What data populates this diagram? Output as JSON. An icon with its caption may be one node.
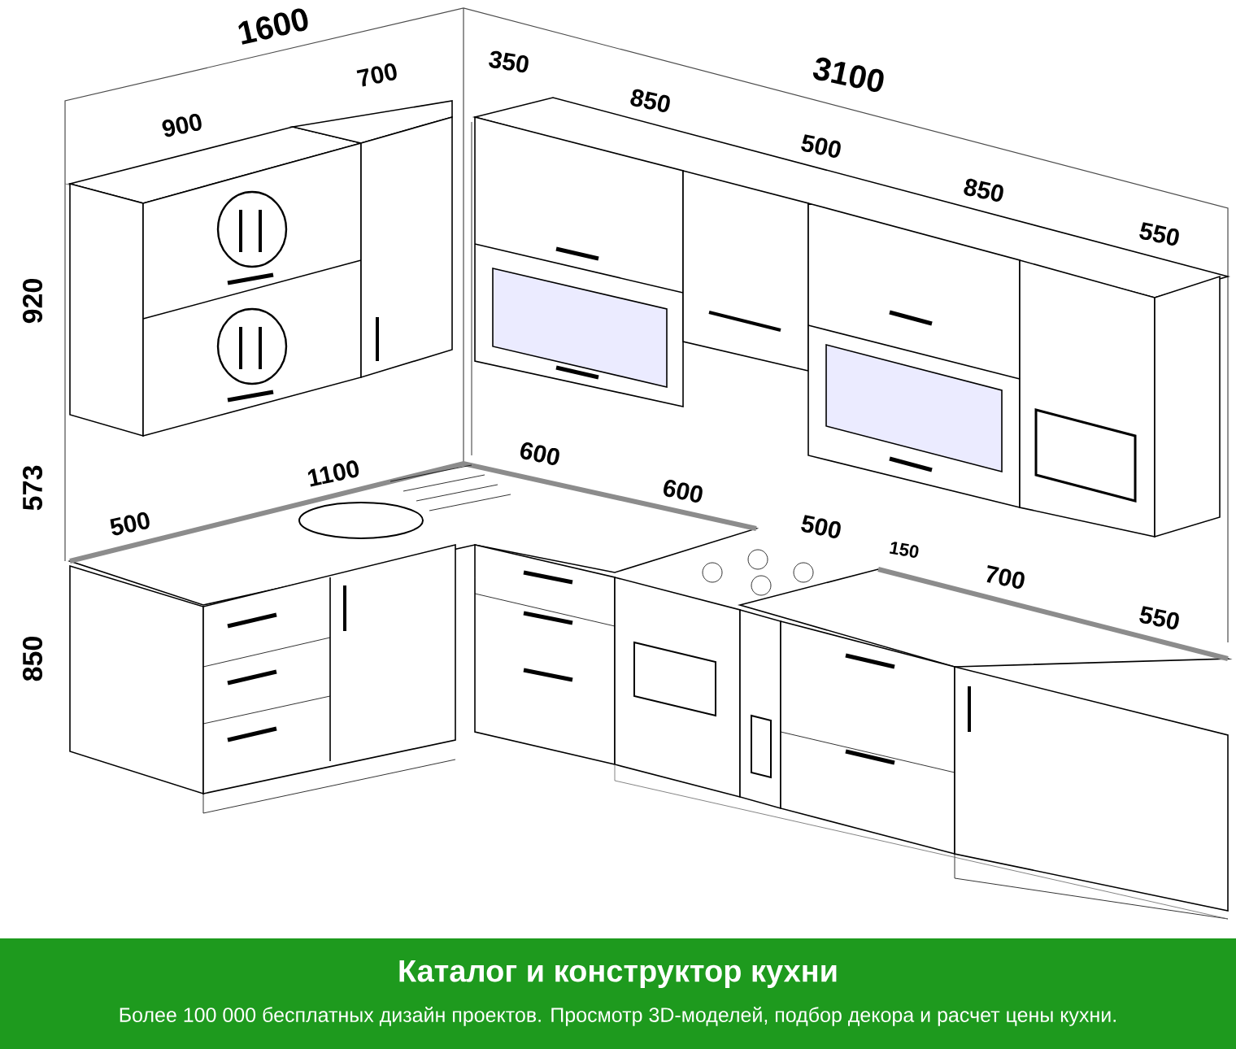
{
  "diagram": {
    "labels": [
      "1600",
      "700",
      "350",
      "3100",
      "900",
      "850",
      "500",
      "850",
      "550",
      "920",
      "1100",
      "600",
      "573",
      "500",
      "600",
      "500",
      "150",
      "700",
      "550",
      "850",
      "Каталог и конструктор кухни",
      "Более 100 000 бесплатных дизайн проектов. Просмотр 3D-моделей, подбор декора и расчет цены кухни."
    ]
  }
}
